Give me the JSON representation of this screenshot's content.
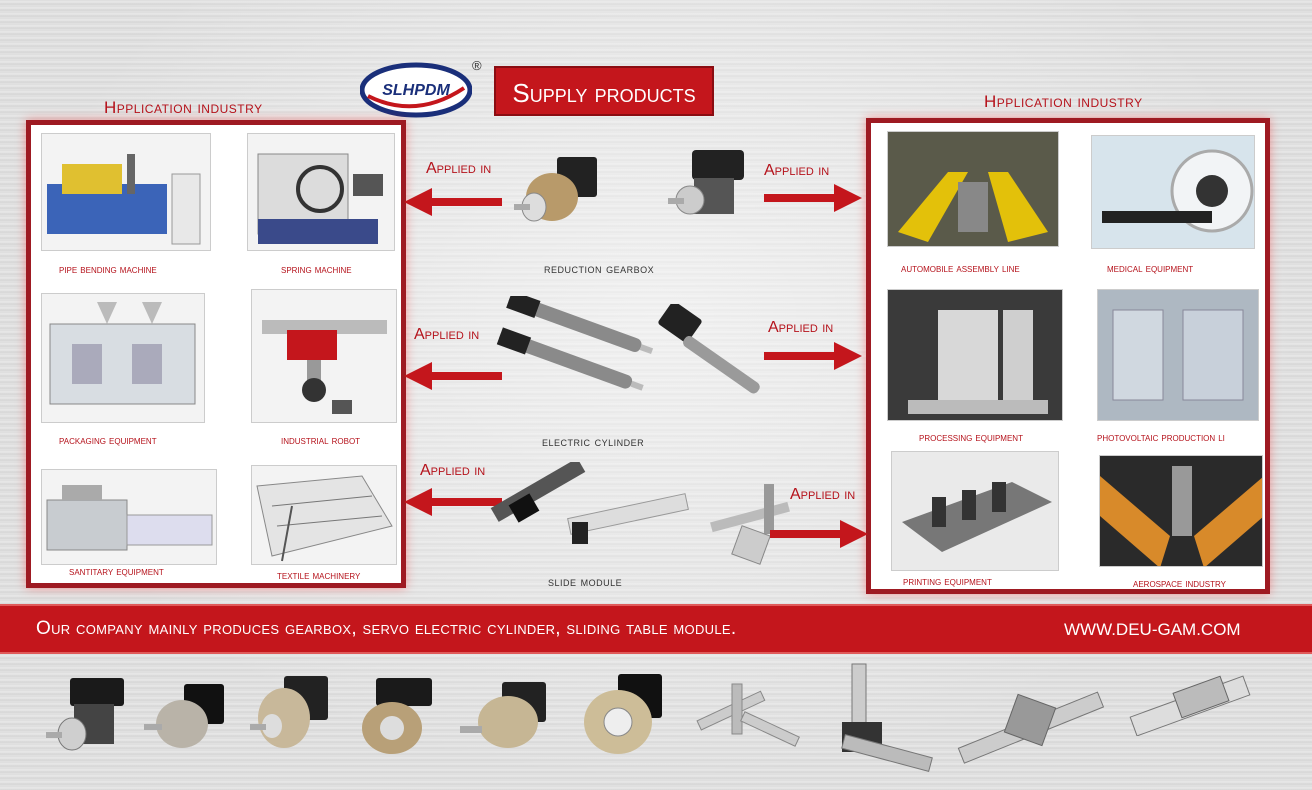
{
  "brand": {
    "logo_text": "SLHPDM",
    "registered": "®"
  },
  "supply_title": "Supply products",
  "left_section": {
    "title": "Hpplication industry",
    "items": [
      {
        "label": "pipe bending machine"
      },
      {
        "label": "spring machine"
      },
      {
        "label": "packaging equipment"
      },
      {
        "label": "industrial robot"
      },
      {
        "label": "santitary equipment"
      },
      {
        "label": "textile machinery"
      }
    ]
  },
  "right_section": {
    "title": "Hpplication industry",
    "items": [
      {
        "label": "automobile assembly line"
      },
      {
        "label": "medical equipment"
      },
      {
        "label": "processing equipment"
      },
      {
        "label": "photovoltaic production li"
      },
      {
        "label": "printing equipment"
      },
      {
        "label": "aerospace industry"
      }
    ]
  },
  "applied_label": "Applied in",
  "products": {
    "gearbox": "reduction gearbox",
    "cylinder": "electric cylinder",
    "slide": "slide module"
  },
  "banner": {
    "text": "Our company mainly produces gearbox, servo electric cylinder, sliding table module.",
    "url": "WWW.DEU-GAM.COM"
  },
  "colors": {
    "accent": "#c4161c",
    "panel_border": "#9e1a22"
  }
}
